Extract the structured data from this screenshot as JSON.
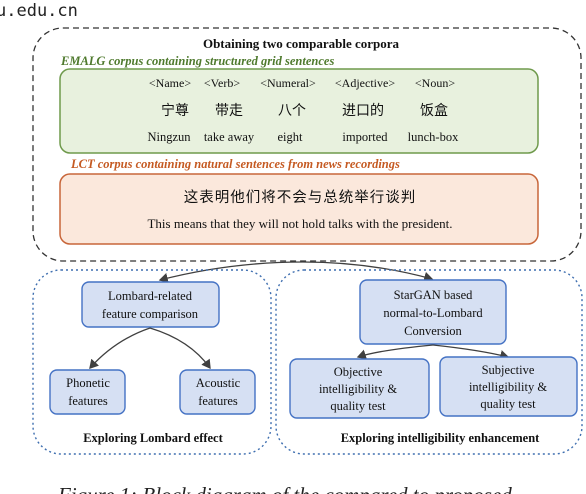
{
  "header_fragment": "u.edu.cn",
  "top": {
    "title": "Obtaining two comparable corpora",
    "emalg_caption": "EMALG corpus containing structured grid sentences",
    "grid_tags": [
      "<Name>",
      "<Verb>",
      "<Numeral>",
      "<Adjective>",
      "<Noun>"
    ],
    "grid_chinese": [
      "宁尊",
      "带走",
      "八个",
      "进口的",
      "饭盒"
    ],
    "grid_english": [
      "Ningzun",
      "take away",
      "eight",
      "imported",
      "lunch-box"
    ],
    "lct_caption": "LCT corpus containing natural sentences from news recordings",
    "lct_chinese": "这表明他们将不会与总统举行谈判",
    "lct_english": "This means that they will not hold talks with the president."
  },
  "left_panel": {
    "main_box": [
      "Lombard-related",
      "feature comparison"
    ],
    "phonetic": [
      "Phonetic",
      "features"
    ],
    "acoustic": [
      "Acoustic",
      "features"
    ],
    "footer": "Exploring Lombard effect"
  },
  "right_panel": {
    "main_box": [
      "StarGAN based",
      "normal-to-Lombard",
      "Conversion"
    ],
    "objective": [
      "Objective",
      "intelligibility &",
      "quality test"
    ],
    "subjective": [
      "Subjective",
      "intelligibility &",
      "quality test"
    ],
    "footer": "Exploring intelligibility enhancement"
  },
  "caption_fragment": "Figure 1: Block diagram of the compared to proposed",
  "colors": {
    "green_fill": "#e8f1de",
    "green_stroke": "#6f9a4c",
    "orange_fill": "#fbe8dc",
    "orange_stroke": "#c8663a",
    "orange_text": "#c55a22",
    "green_text": "#4f7a2e",
    "blue_fill": "#d6e0f3",
    "blue_stroke": "#4472c4",
    "panel_stroke": "#3f6fb0"
  }
}
